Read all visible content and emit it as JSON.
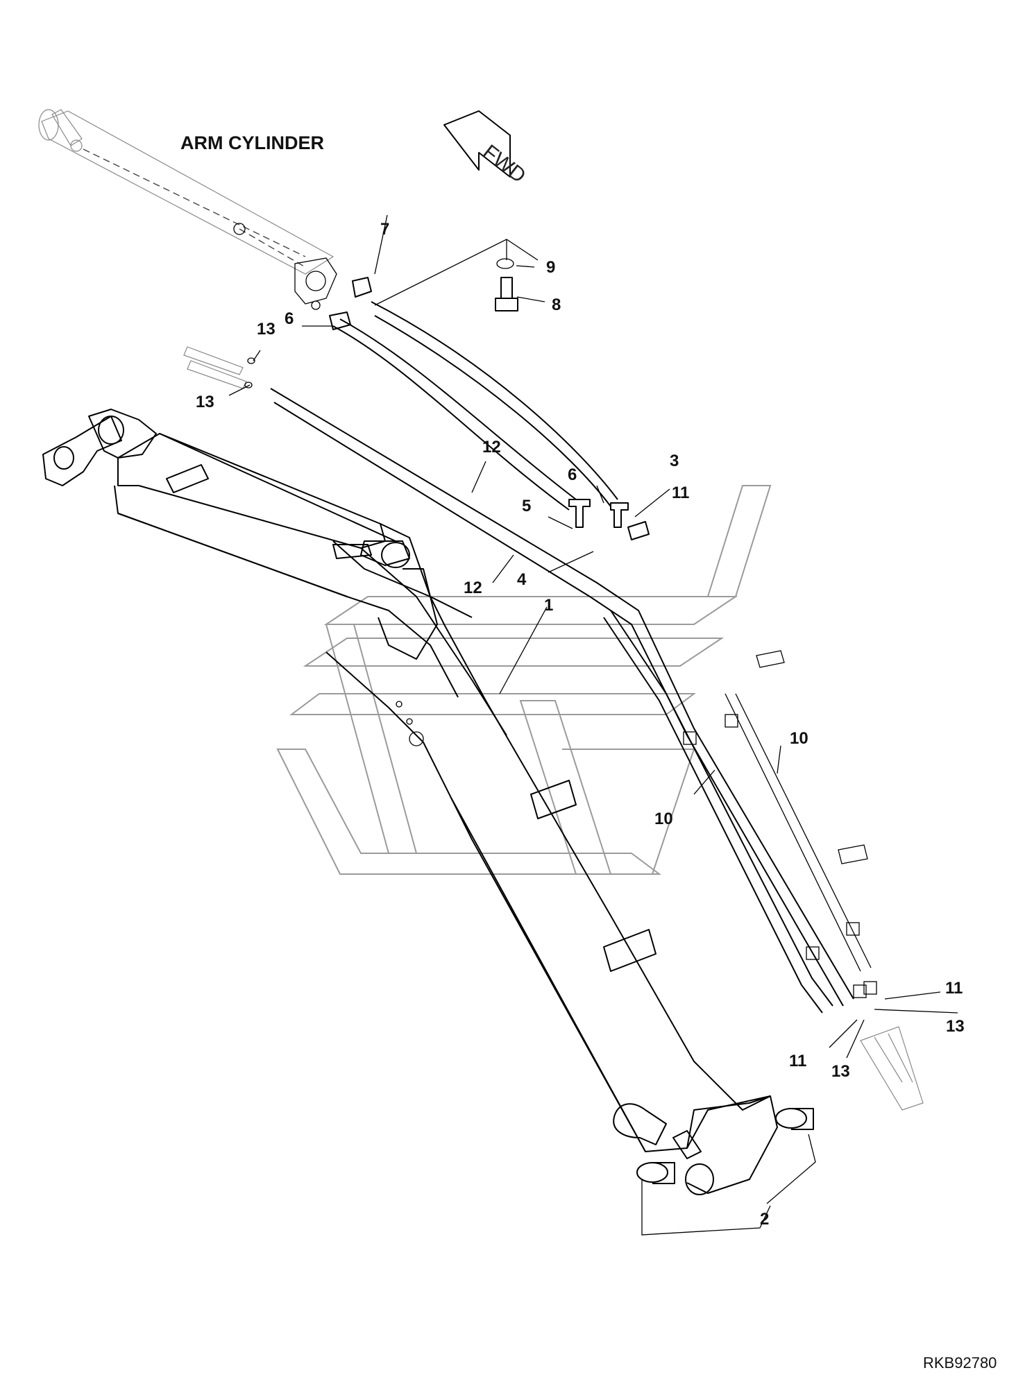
{
  "title": "ARM CYLINDER",
  "direction_tag": "FWD",
  "reference_code": "RKB92780",
  "callouts": [
    {
      "id": "c7",
      "text": "7"
    },
    {
      "id": "c9",
      "text": "9"
    },
    {
      "id": "c8",
      "text": "8"
    },
    {
      "id": "c6a",
      "text": "6"
    },
    {
      "id": "c13a",
      "text": "13"
    },
    {
      "id": "c13b",
      "text": "13"
    },
    {
      "id": "c12a",
      "text": "12"
    },
    {
      "id": "c6b",
      "text": "6"
    },
    {
      "id": "c3",
      "text": "3"
    },
    {
      "id": "c11a",
      "text": "11"
    },
    {
      "id": "c5",
      "text": "5"
    },
    {
      "id": "c4",
      "text": "4"
    },
    {
      "id": "c12b",
      "text": "12"
    },
    {
      "id": "c1",
      "text": "1"
    },
    {
      "id": "c10a",
      "text": "10"
    },
    {
      "id": "c10b",
      "text": "10"
    },
    {
      "id": "c11b",
      "text": "11"
    },
    {
      "id": "c13c",
      "text": "13"
    },
    {
      "id": "c11c",
      "text": "11"
    },
    {
      "id": "c13d",
      "text": "13"
    },
    {
      "id": "c2",
      "text": "2"
    }
  ]
}
